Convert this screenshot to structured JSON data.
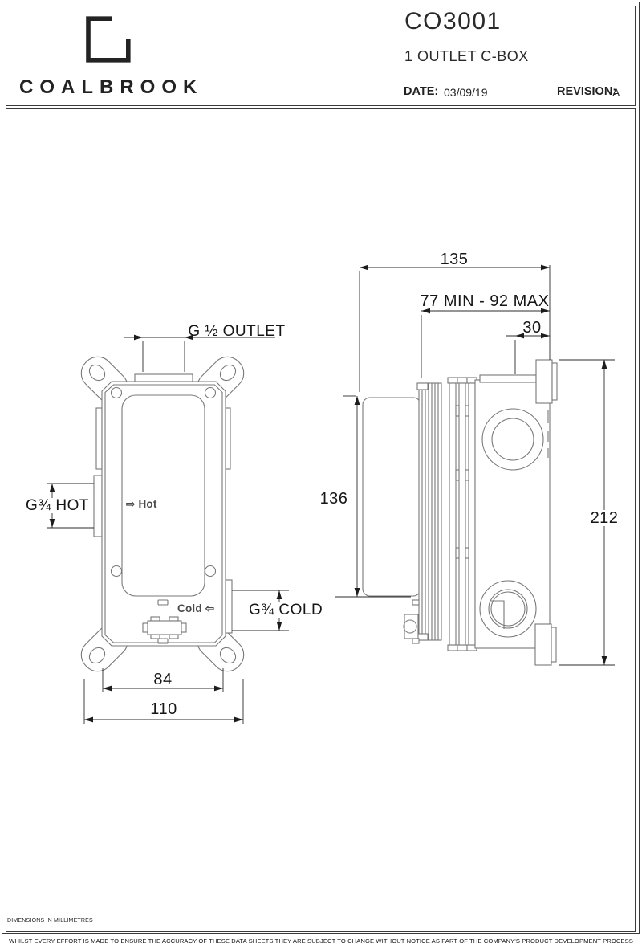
{
  "header": {
    "brand": "COALBROOK",
    "product_code": "CO3001",
    "product_name": "1 OUTLET C-BOX",
    "date_label": "DATE:",
    "date_value": "03/09/19",
    "revision_label": "REVISION:",
    "revision_value": "A"
  },
  "front_view": {
    "outlet_label": "G ½ OUTLET",
    "hot_port_label": "G¾ HOT",
    "cold_port_label": "G¾ COLD",
    "hot_flow_arrow": "⇨",
    "hot_flow_label": "Hot",
    "cold_flow_label": "Cold",
    "cold_flow_arrow": "⇦",
    "dim_hole_spacing": "84",
    "dim_overall_width": "110"
  },
  "side_view": {
    "dim_depth": "135",
    "dim_adjust_range": "77 MIN - 92 MAX",
    "dim_plate": "30",
    "dim_body_height": "136",
    "dim_overall_height": "212"
  },
  "footer": {
    "units_note": "DIMENSIONS IN  MILLIMETRES",
    "disclaimer": "WHILST EVERY EFFORT IS MADE TO ENSURE THE ACCURACY OF THESE DATA SHEETS THEY ARE SUBJECT TO CHANGE WITHOUT NOTICE AS PART OF THE COMPANY'S PRODUCT DEVELOPMENT PROCESS"
  }
}
